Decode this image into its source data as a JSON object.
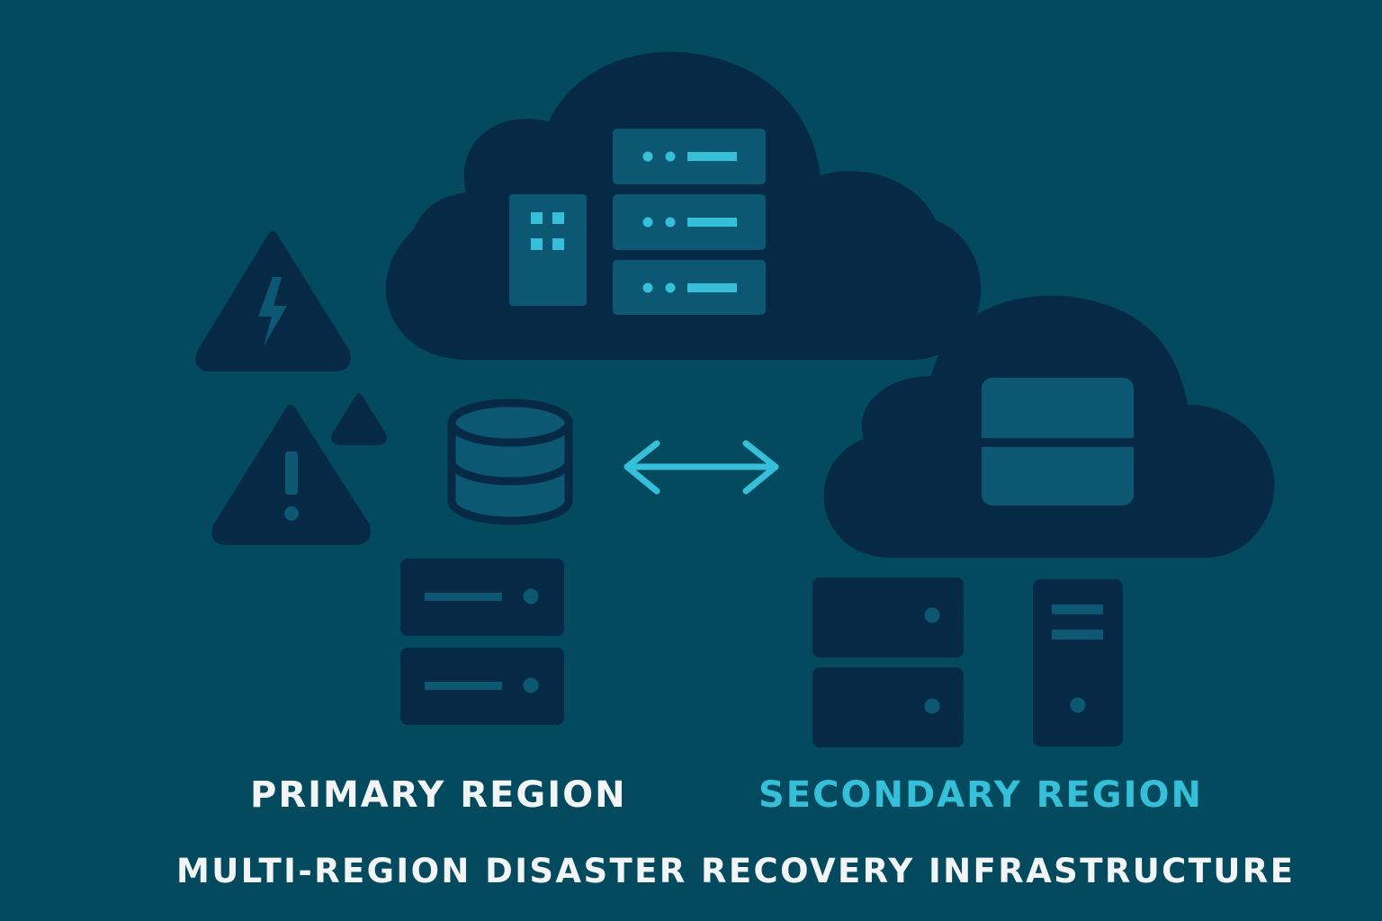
{
  "labels": {
    "primary_region": "PRIMARY REGION",
    "secondary_region": "SECONDARY REGION",
    "title": "MULTI-REGION DISASTER RECOVERY INFRASTRUCTURE"
  },
  "icons": [
    "cloud-icon",
    "building-icon",
    "server-rack-icon",
    "warning-lightning-icon",
    "warning-exclamation-icon",
    "database-icon",
    "bidirectional-arrow-icon",
    "server-icon",
    "tower-server-icon"
  ],
  "colors": {
    "background": "#044a5e",
    "dark_shape": "#062a45",
    "panel": "#0c5872",
    "accent": "#35bfd9",
    "primary_text": "#f2f4f5"
  }
}
